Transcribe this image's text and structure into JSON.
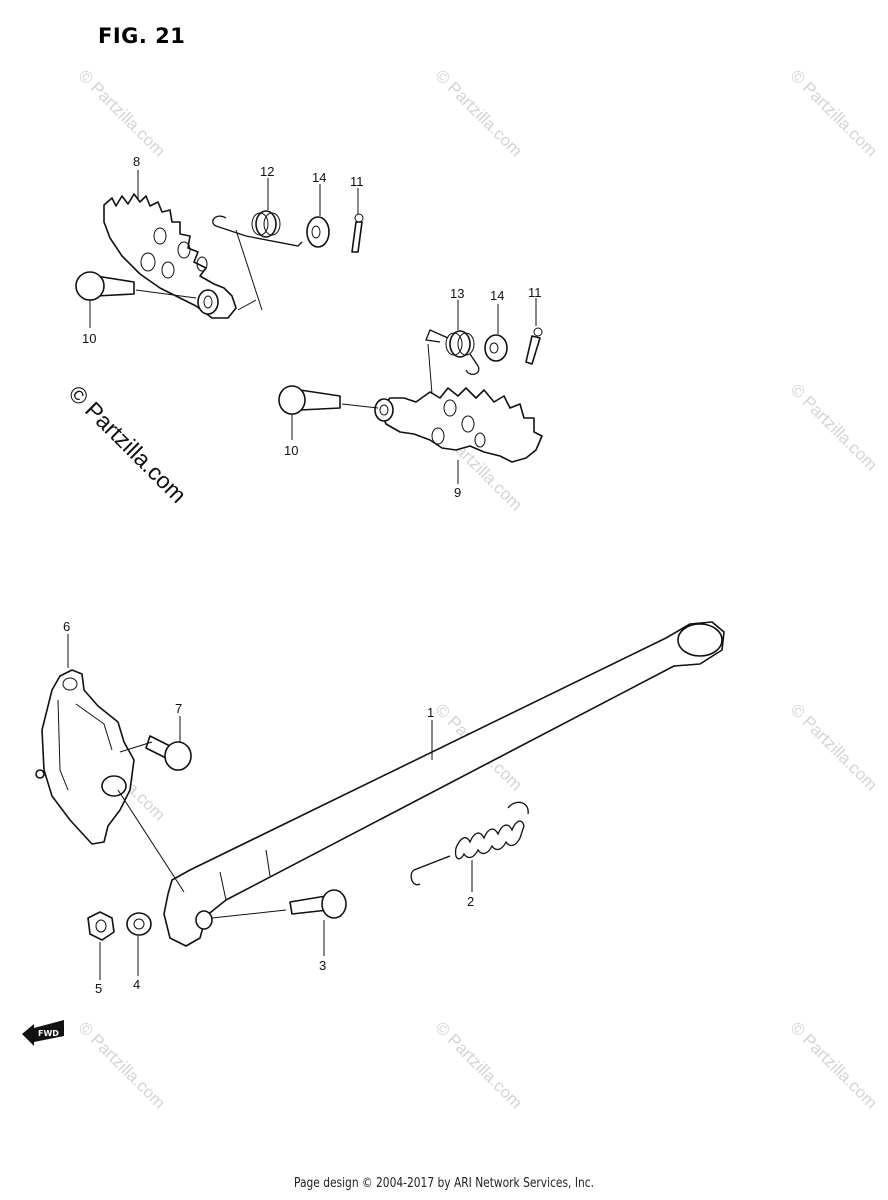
{
  "figure": {
    "title": "FIG. 21"
  },
  "callouts": {
    "p1": "1",
    "p2": "2",
    "p3": "3",
    "p4": "4",
    "p5": "5",
    "p6": "6",
    "p7": "7",
    "p8": "8",
    "p9": "9",
    "p10a": "10",
    "p10b": "10",
    "p11a": "11",
    "p11b": "11",
    "p12": "12",
    "p13": "13",
    "p14a": "14",
    "p14b": "14"
  },
  "fwd_label": "FWD",
  "watermark": {
    "main": "© Partzilla.com",
    "repeat": "© Partzilla.com"
  },
  "footer": "Page design © 2004-2017 by ARI Network Services, Inc."
}
